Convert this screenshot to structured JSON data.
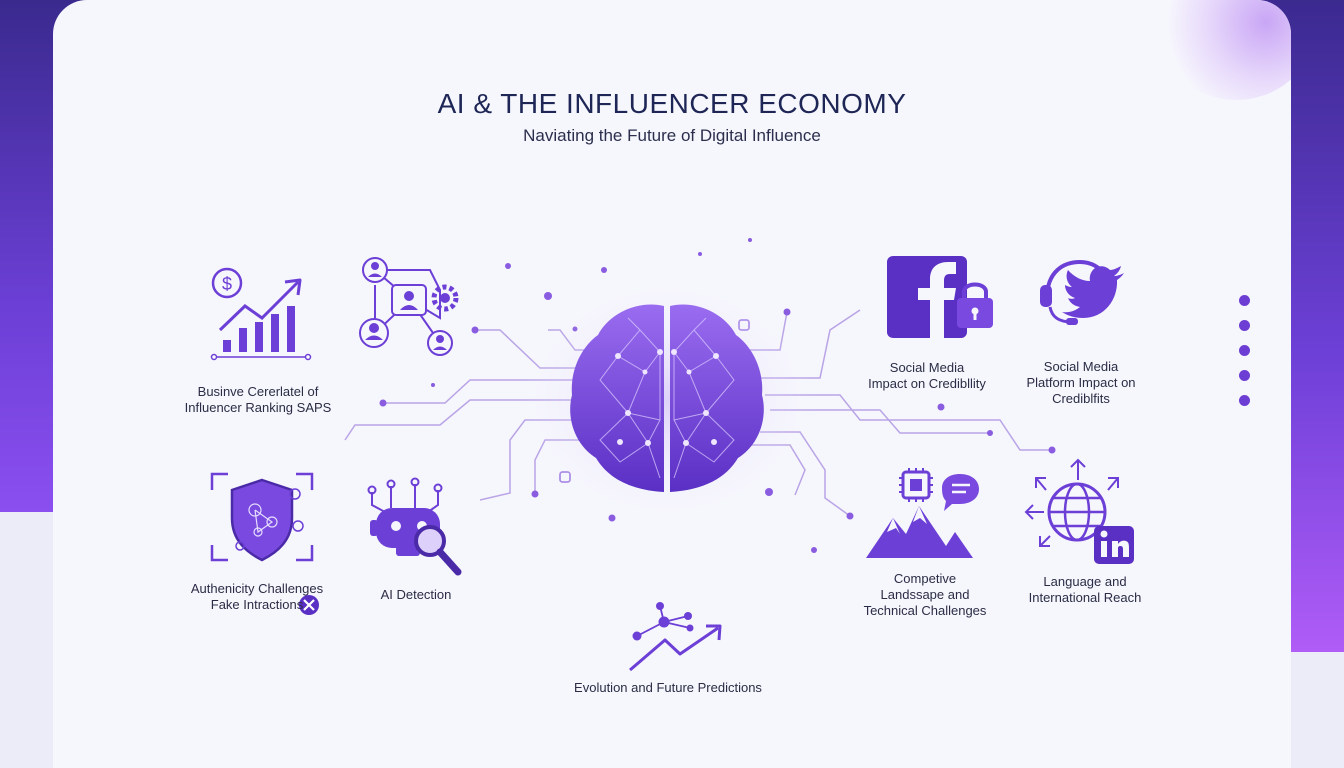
{
  "header": {
    "title": "AI & THE INFLUENCER ECONOMY",
    "subtitle": "Naviating the Future of Digital Influence"
  },
  "colors": {
    "accent": "#6c3fd6",
    "accent_light": "#a98be8",
    "text_dark": "#1e2656",
    "line": "#b9a4e6"
  },
  "center": {
    "icon": "brain-network-icon"
  },
  "nodes": [
    {
      "id": "business",
      "icon": "dollar-growth-chart-icon",
      "lines": [
        "Businve Cererlatel of",
        "Influencer Ranking SAPS"
      ]
    },
    {
      "id": "network",
      "icon": "people-network-gear-icon",
      "lines": []
    },
    {
      "id": "authenticity",
      "icon": "shield-scan-icon",
      "lines": [
        "Authenicity Challenges",
        "Fake Intractions"
      ]
    },
    {
      "id": "detection",
      "icon": "robot-magnifier-icon",
      "lines": [
        "AI Detection"
      ]
    },
    {
      "id": "evolution",
      "icon": "trend-network-icon",
      "lines": [
        "Evolution and Future Predictions"
      ]
    },
    {
      "id": "social_credibility",
      "icon": "facebook-lock-icon",
      "lines": [
        "Social Media",
        "Impact on Credibllity"
      ]
    },
    {
      "id": "platform",
      "icon": "headset-twitter-icon",
      "lines": [
        "Social Media",
        "Platform Impact on",
        "Crediblfits"
      ]
    },
    {
      "id": "competitive",
      "icon": "chip-mountain-chat-icon",
      "lines": [
        "Competive",
        "Landssape and",
        "Technical Challenges"
      ]
    },
    {
      "id": "language",
      "icon": "globe-linkedin-icon",
      "lines": [
        "Language and",
        "International Reach"
      ]
    }
  ],
  "nav": {
    "dots": 5,
    "icon": "pagination-dots-icon"
  }
}
